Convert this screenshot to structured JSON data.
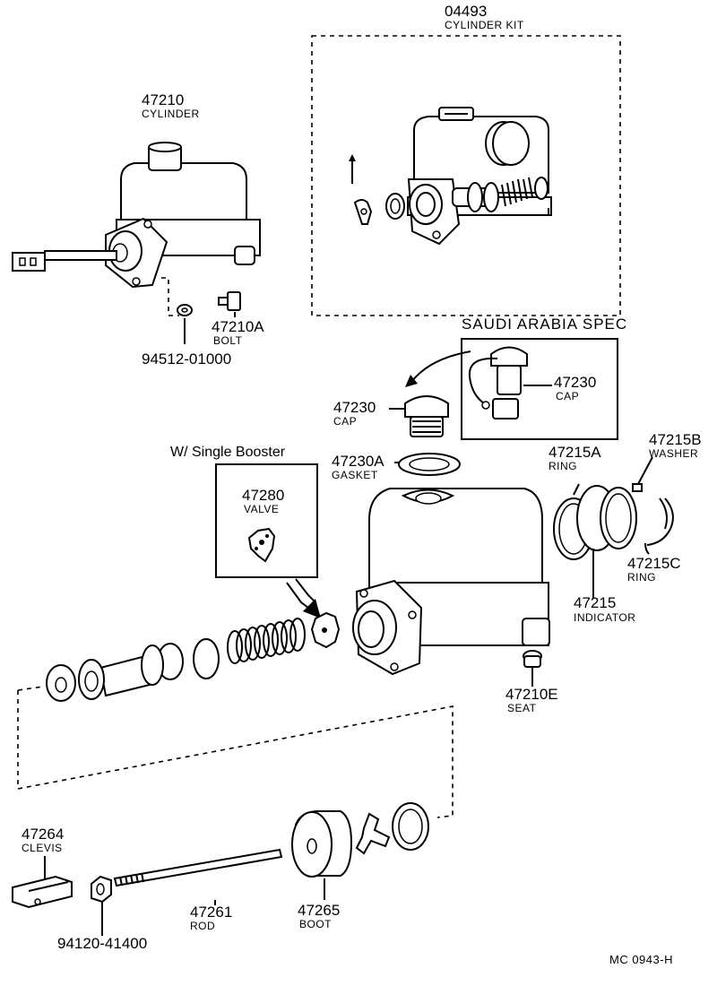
{
  "diagram_ref": "MC 0943-H",
  "parts": {
    "kit": {
      "num": "04493",
      "name": "CYLINDER KIT"
    },
    "cylinder": {
      "num": "47210",
      "name": "CYLINDER"
    },
    "bolt": {
      "num": "47210A",
      "name": "BOLT"
    },
    "washer_nut": {
      "num": "94512-01000"
    },
    "cap_saudi": {
      "num": "47230",
      "name": "CAP"
    },
    "cap": {
      "num": "47230",
      "name": "CAP"
    },
    "gasket": {
      "num": "47230A",
      "name": "GASKET"
    },
    "valve": {
      "num": "47280",
      "name": "VALVE"
    },
    "ring_a": {
      "num": "47215A",
      "name": "RING"
    },
    "washer_b": {
      "num": "47215B",
      "name": "WASHER"
    },
    "ring_c": {
      "num": "47215C",
      "name": "RING"
    },
    "indicator": {
      "num": "47215",
      "name": "INDICATOR"
    },
    "seat": {
      "num": "47210E",
      "name": "SEAT"
    },
    "clevis": {
      "num": "47264",
      "name": "CLEVIS"
    },
    "nut": {
      "num": "94120-41400"
    },
    "rod": {
      "num": "47261",
      "name": "ROD"
    },
    "boot": {
      "num": "47265",
      "name": "BOOT"
    }
  },
  "notes": {
    "saudi": "SAUDI ARABIA SPEC",
    "single_booster": "W/ Single Booster"
  }
}
